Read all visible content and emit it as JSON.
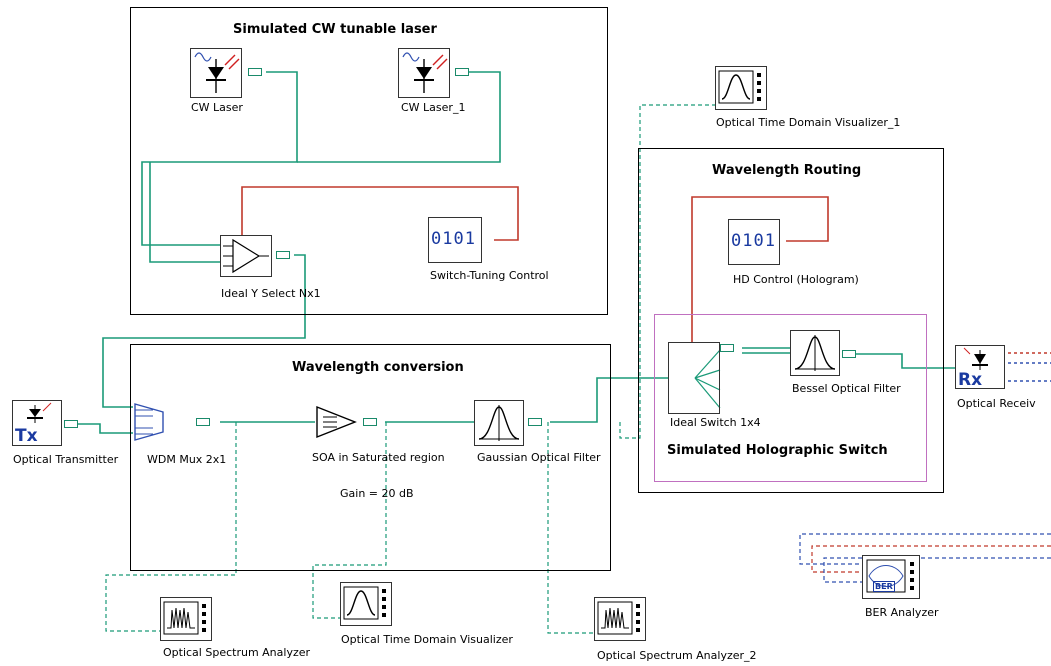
{
  "groups": {
    "cw_laser": "Simulated CW tunable laser",
    "wavelength_conversion": "Wavelength conversion",
    "wavelength_routing": "Wavelength Routing",
    "holographic_switch": "Simulated Holographic Switch"
  },
  "components": {
    "cw_laser": "CW Laser",
    "cw_laser_1": "CW Laser_1",
    "ideal_y_select": "Ideal Y Select Nx1",
    "switch_tuning": "Switch-Tuning Control",
    "switch_tuning_code": "0101",
    "hd_control": "HD Control (Hologram)",
    "hd_control_code": "0101",
    "optical_transmitter": "Optical Transmitter",
    "tx_symbol": "Tx",
    "wdm_mux": "WDM Mux 2x1",
    "soa": "SOA in Saturated region",
    "gain": "Gain = 20 dB",
    "gaussian_filter": "Gaussian Optical Filter",
    "otdv_1": "Optical Time Domain Visualizer_1",
    "ideal_switch": "Ideal Switch 1x4",
    "bessel_filter": "Bessel Optical Filter",
    "optical_receiver": "Optical Receiv",
    "rx_symbol": "Rx",
    "osa": "Optical Spectrum Analyzer",
    "otdv": "Optical Time Domain Visualizer",
    "osa_2": "Optical Spectrum Analyzer_2",
    "ber_analyzer": "BER Analyzer",
    "ber_symbol": "BER"
  },
  "colors": {
    "optical_wire": "#1a9a78",
    "electrical_wire": "#c0392b",
    "monitor_wire": "#1a9a78",
    "ber_wire_red": "#c0392b",
    "ber_wire_blue": "#3050b0",
    "switch_group_border": "#c070c0"
  }
}
